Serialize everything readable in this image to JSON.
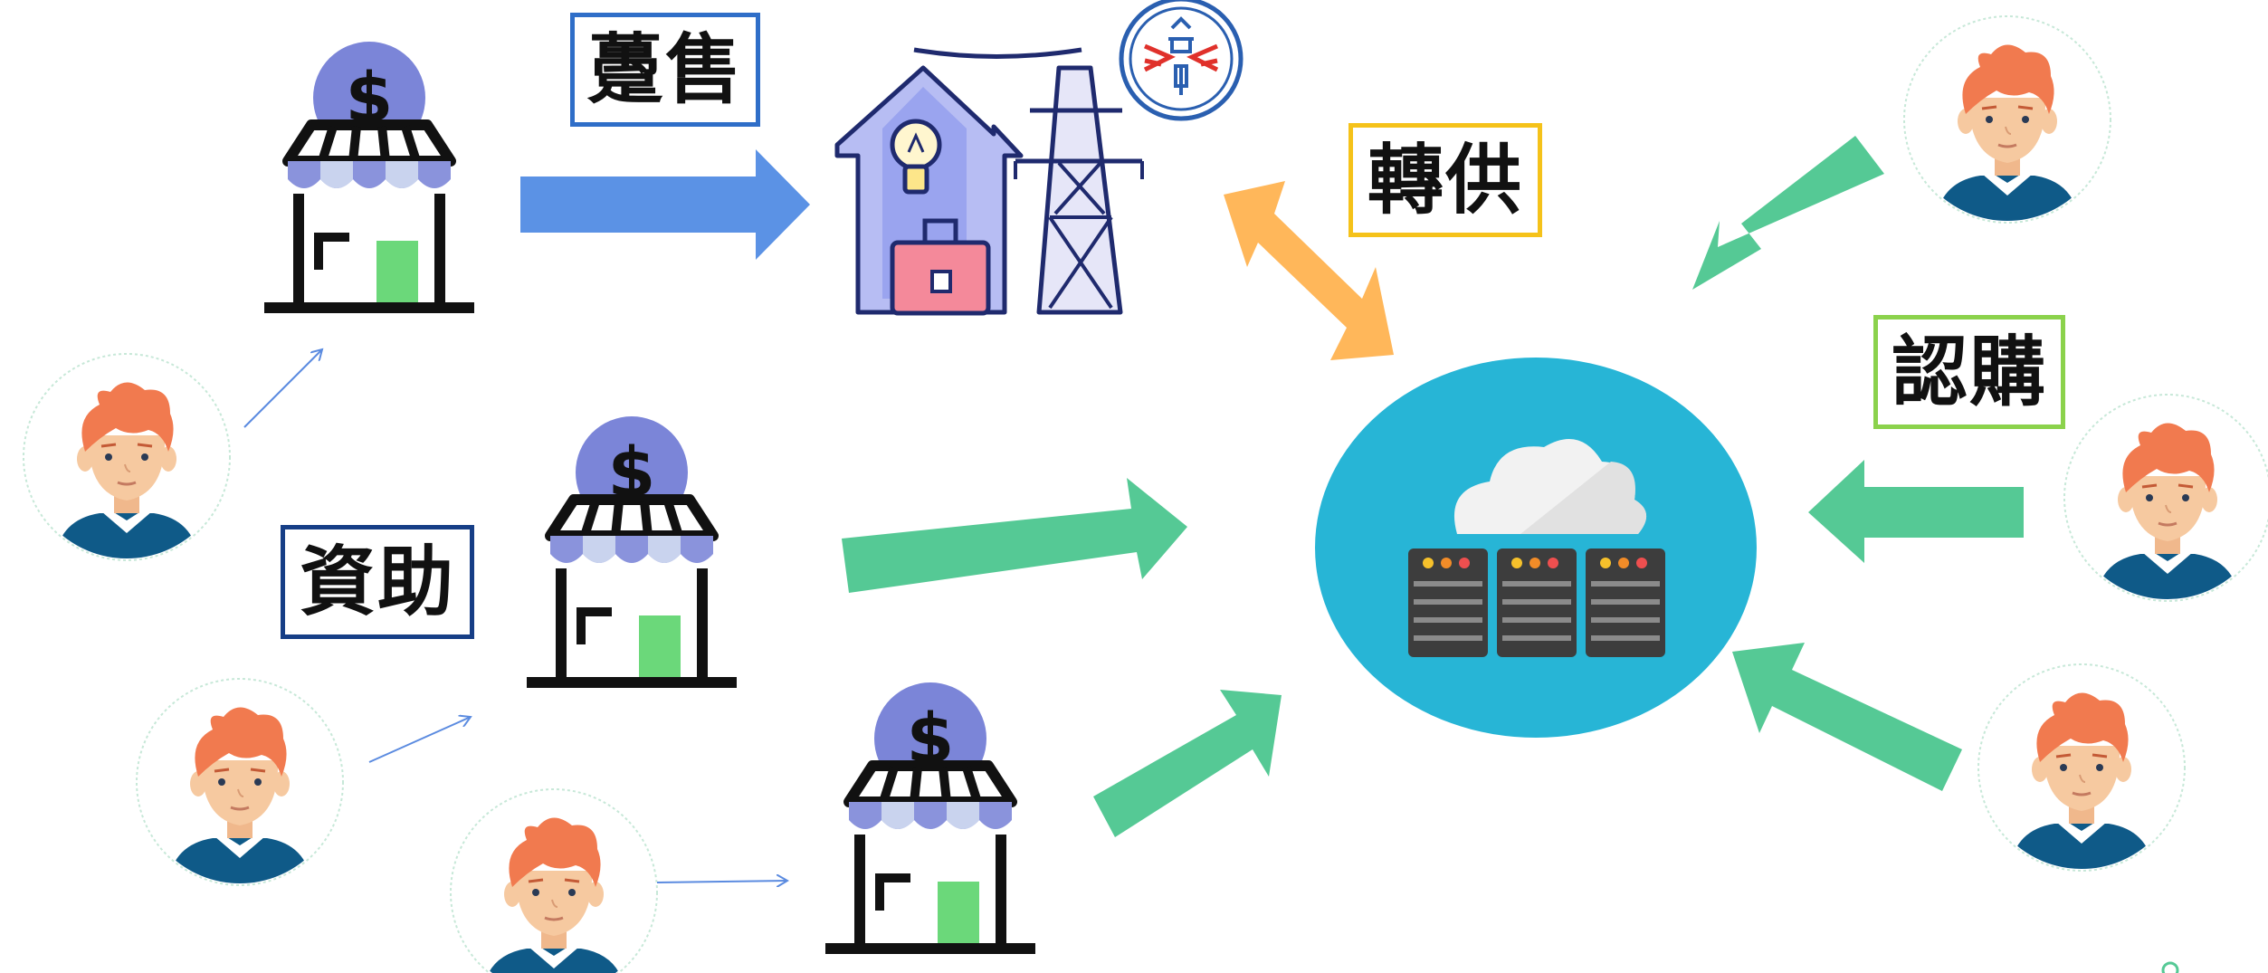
{
  "labels": {
    "sell": "躉售",
    "wheel": "轉供",
    "buy": "認購",
    "fund": "資助"
  },
  "icons": {
    "shop": "shop-with-dollar-icon",
    "person": "person-avatar-icon",
    "utility": "house-and-power-tower-icon",
    "utility_logo": "taipower-logo-icon",
    "cloud_platform": "cloud-server-icon"
  },
  "colors": {
    "sell_arrow": "#5b92e5",
    "wheel_arrow": "#ffb75a",
    "green_arrow": "#55c995",
    "thin_arrow": "#5b8be0",
    "cloud_circle": "#27b5d6",
    "shop_coin": "#7b85d8",
    "shop_awning": "#8a93dc",
    "shop_door": "#6bd87a",
    "hair": "#f17a4f",
    "skin": "#f6c9a0",
    "shirt": "#0f5a88",
    "server": "#3d3d3d"
  }
}
